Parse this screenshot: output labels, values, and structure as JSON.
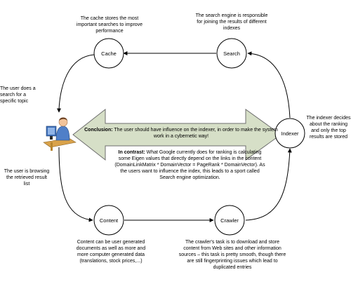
{
  "nodes": {
    "cache": "Cache",
    "search": "Search",
    "indexer": "Indexer",
    "crawler": "Crawler",
    "content": "Content"
  },
  "annotations": {
    "cache": "The cache stores the most important searches to improve performance",
    "search": "The search engine is responsible for joining the results of different indexes",
    "user_search": "The user does a search for a specific topic",
    "user_browse": "The user is browsing the retrieved result list",
    "indexer": "The indexer decides about the ranking and only the top results are stored",
    "content": "Content can be user generated documents as well as more and more computer generated data (translations, stock prices,...)",
    "crawler": "The crawler's task is to download and store content from Web sites and other information sources – this task is pretty smooth, though there are still fingerprinting issues which lead to duplicated entries"
  },
  "conclusion": {
    "heading": "Conclusion:",
    "text": "The user should have influence on the indexer, in order to make the system work in a cybernetic way!"
  },
  "contrast": {
    "heading": "In contrast:",
    "text": "What Google currently does for ranking is calculating some Eigen values that directly depend on the links in the content (DomainLinkMatrix * DomainVector = PageRank * DomainVector). As the users want to influence the index, this leads to a sport called Search engine optimization."
  },
  "colors": {
    "arrow_fill": "#d6dfc7",
    "arrow_stroke": "#6d6d6d",
    "node_stroke": "#000000",
    "user_body": "#4f7fc8",
    "user_skin": "#f2c49b",
    "desk": "#d9a24a"
  },
  "icons": [
    "user-at-computer-icon"
  ]
}
